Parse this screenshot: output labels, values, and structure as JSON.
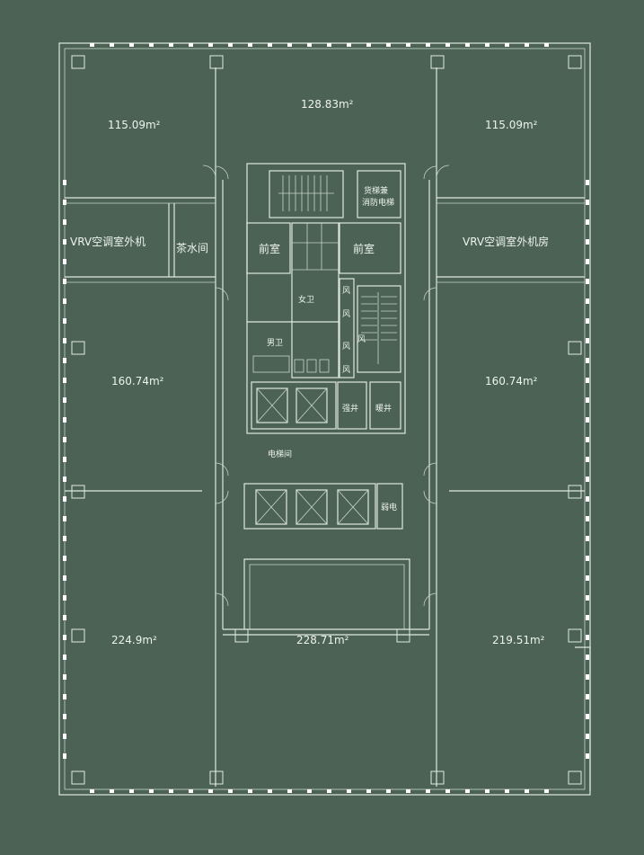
{
  "areas": {
    "top_left": "115.09m²",
    "top_center": "128.83m²",
    "top_right": "115.09m²",
    "mid_left": "160.74m²",
    "mid_right": "160.74m²",
    "bottom_left": "224.9m²",
    "bottom_center": "228.71m²",
    "bottom_right": "219.51m²"
  },
  "rooms": {
    "vrv_left": "VRV空调室外机",
    "tea_room": "茶水间",
    "vrv_right": "VRV空调室外机房",
    "front_room_left": "前室",
    "front_room_right": "前室",
    "female_wc": "女卫",
    "male_wc": "男卫",
    "strong_shaft": "强井",
    "hvac_shaft": "暖井",
    "elevator_hall": "电梯间",
    "weak_shaft": "弱电",
    "freight_fire_elevator_1": "货梯兼",
    "freight_fire_elevator_2": "消防电梯",
    "duct_1": "风",
    "duct_2": "风",
    "duct_3": "风",
    "duct_4": "风",
    "duct_5": "风"
  },
  "colors": {
    "background": "#4b6255",
    "lines": "#dfe8df",
    "text": "#eef3ee"
  }
}
